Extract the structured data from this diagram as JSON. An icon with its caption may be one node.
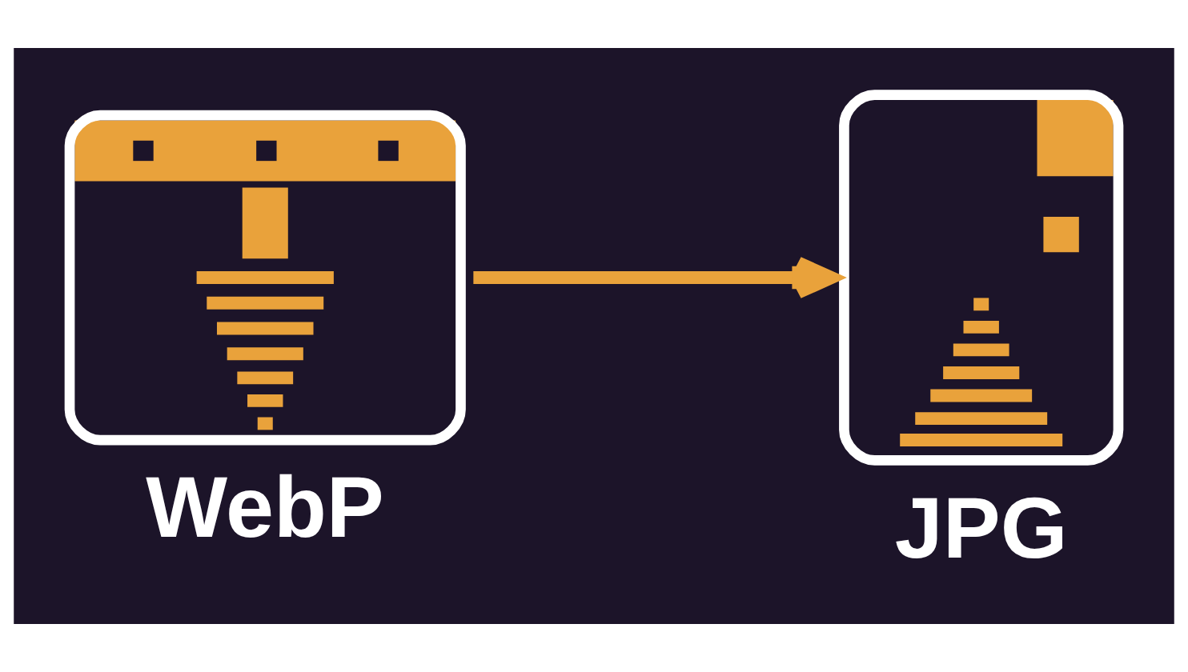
{
  "diagram": {
    "nodes": [
      {
        "text": [
          "WebP"
        ]
      },
      {
        "text": [
          "JPG"
        ]
      }
    ],
    "edges": [
      {
        "from": 0,
        "to": 1,
        "arrow": "to"
      }
    ]
  }
}
